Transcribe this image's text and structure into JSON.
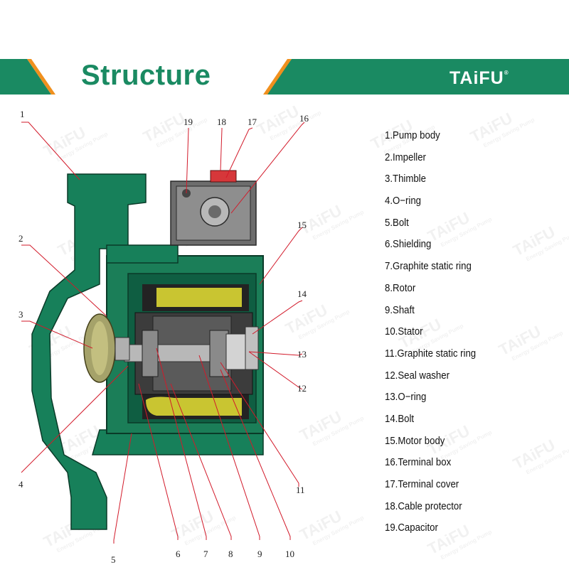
{
  "header": {
    "title": "Structure",
    "brand": "TAiFU",
    "brand_mark": "®"
  },
  "watermark": {
    "brand": "TAiFU",
    "tagline": "Energy Saving Pump"
  },
  "colors": {
    "banner_green": "#1a8a62",
    "accent_orange": "#f0901e",
    "pump_green": "#17805a",
    "leader_red": "#d21a2a"
  },
  "callout_numbers": [
    "1",
    "2",
    "3",
    "4",
    "5",
    "6",
    "7",
    "8",
    "9",
    "10",
    "11",
    "12",
    "13",
    "14",
    "15",
    "16",
    "17",
    "18",
    "19"
  ],
  "parts": [
    "1.Pump body",
    "2.Impeller",
    "3.Thimble",
    "4.O−ring",
    "5.Bolt",
    "6.Shielding",
    "7.Graphite static ring",
    "8.Rotor",
    "9.Shaft",
    "10.Stator",
    "11.Graphite static ring",
    "12.Seal washer",
    "13.O−ring",
    "14.Bolt",
    "15.Motor body",
    "16.Terminal box",
    "17.Terminal cover",
    "18.Cable protector",
    "19.Capacitor"
  ]
}
